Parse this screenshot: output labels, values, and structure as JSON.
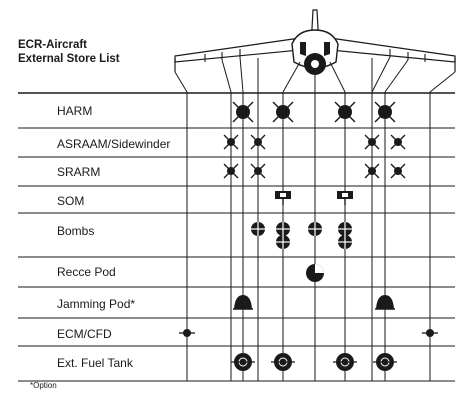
{
  "title": {
    "line1": "ECR-Aircraft",
    "line2": "External Store List"
  },
  "rows": [
    {
      "label": "HARM",
      "stores": [
        2,
        3,
        6,
        7
      ],
      "icon": "missile-icon"
    },
    {
      "label": "ASRAAM/Sidewinder",
      "stores": [
        1,
        2,
        7,
        8
      ],
      "icon": "small-missile-icon"
    },
    {
      "label": "SRARM",
      "stores": [
        1,
        2,
        7,
        8
      ],
      "icon": "small-missile-icon"
    },
    {
      "label": "SOM",
      "stores": [
        3,
        6
      ],
      "icon": "standoff-missile-icon"
    },
    {
      "label": "Bombs",
      "stores": [
        3,
        4,
        5,
        6
      ],
      "icon": "bomb-icon"
    },
    {
      "label": "Recce Pod",
      "stores": [
        5
      ],
      "icon": "recce-pod-icon"
    },
    {
      "label": "Jamming Pod*",
      "stores": [
        2,
        7
      ],
      "icon": "jamming-pod-icon"
    },
    {
      "label": "ECM/CFD",
      "stores": [
        0,
        9
      ],
      "icon": "ecm-pod-icon"
    },
    {
      "label": "Ext. Fuel Tank",
      "stores": [
        3,
        4,
        6,
        7
      ],
      "icon": "fuel-tank-icon"
    }
  ],
  "footnote": "*Option",
  "colors": {
    "ink": "#1a1a1a",
    "paper": "#ffffff"
  }
}
